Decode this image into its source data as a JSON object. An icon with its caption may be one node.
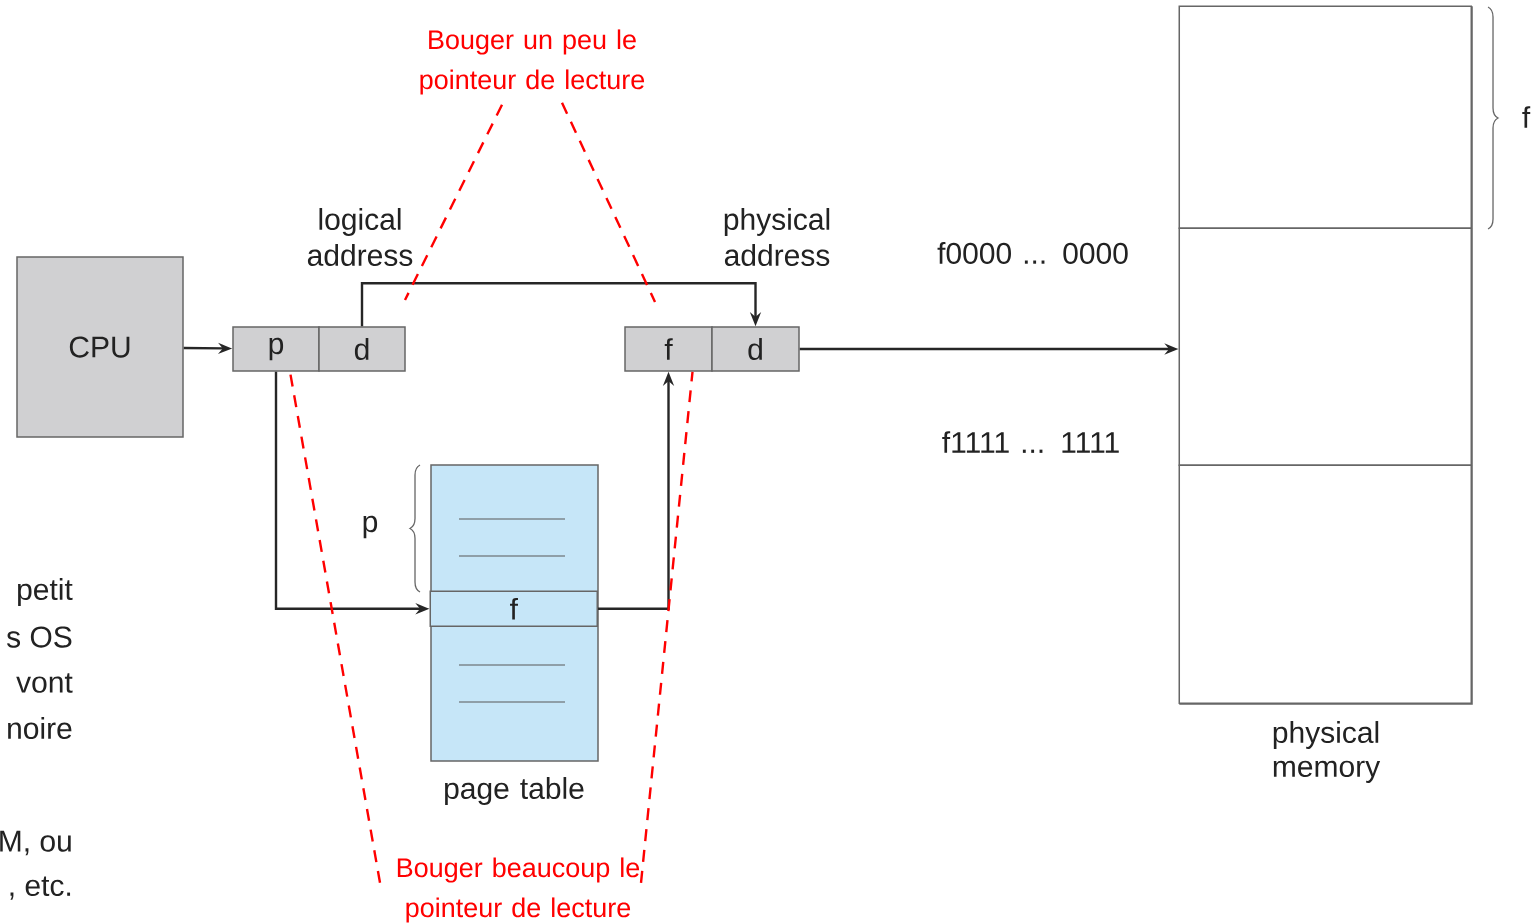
{
  "diagram": {
    "nodes": [
      {
        "text": [
          "CPU"
        ]
      },
      {
        "text": [
          "p"
        ]
      },
      {
        "text": [
          "d"
        ]
      },
      {
        "text": [
          "f"
        ]
      },
      {
        "text": [
          "d"
        ]
      },
      {
        "text": [
          "page table"
        ]
      },
      {
        "text": [
          "f"
        ],
        "in": 5
      },
      {
        "text": [
          "physical memory"
        ]
      },
      {
        "text": [],
        "shape": "box",
        "in": 7
      },
      {
        "text": [],
        "shape": "box",
        "in": 7
      },
      {
        "text": [],
        "shape": "box",
        "in": 7
      },
      {
        "text": [
          "Bouger un peu le pointeur de lecture"
        ]
      },
      {
        "text": [
          "Bouger beaucoup le pointeur de  lecture"
        ]
      }
    ],
    "edges": [
      {
        "from": 0,
        "to": 1,
        "arrow": "to"
      },
      {
        "from": 1,
        "to": 6,
        "arrow": "to"
      },
      {
        "from": 6,
        "to": 3,
        "arrow": "to"
      },
      {
        "from": 2,
        "to": 4,
        "arrow": "to"
      },
      {
        "from": 4,
        "to": 9,
        "arrow": "to"
      },
      {
        "from": 11,
        "to": null,
        "arrow": "none",
        "style": "dashed",
        "color": "#ff0000"
      },
      {
        "from": 11,
        "to": null,
        "arrow": "none",
        "style": "dashed",
        "color": "#ff0000"
      },
      {
        "from": 12,
        "to": 1,
        "arrow": "none",
        "style": "dashed",
        "color": "#ff0000"
      },
      {
        "from": 12,
        "to": 3,
        "arrow": "none",
        "style": "dashed",
        "color": "#ff0000"
      }
    ],
    "labels": [
      "logical address",
      "physical address",
      "f",
      "f0000 ... 0000",
      "f1111 ... 1111",
      "p",
      "petit",
      "s OS",
      "vont",
      "noire",
      "M, ou",
      ", etc."
    ]
  }
}
